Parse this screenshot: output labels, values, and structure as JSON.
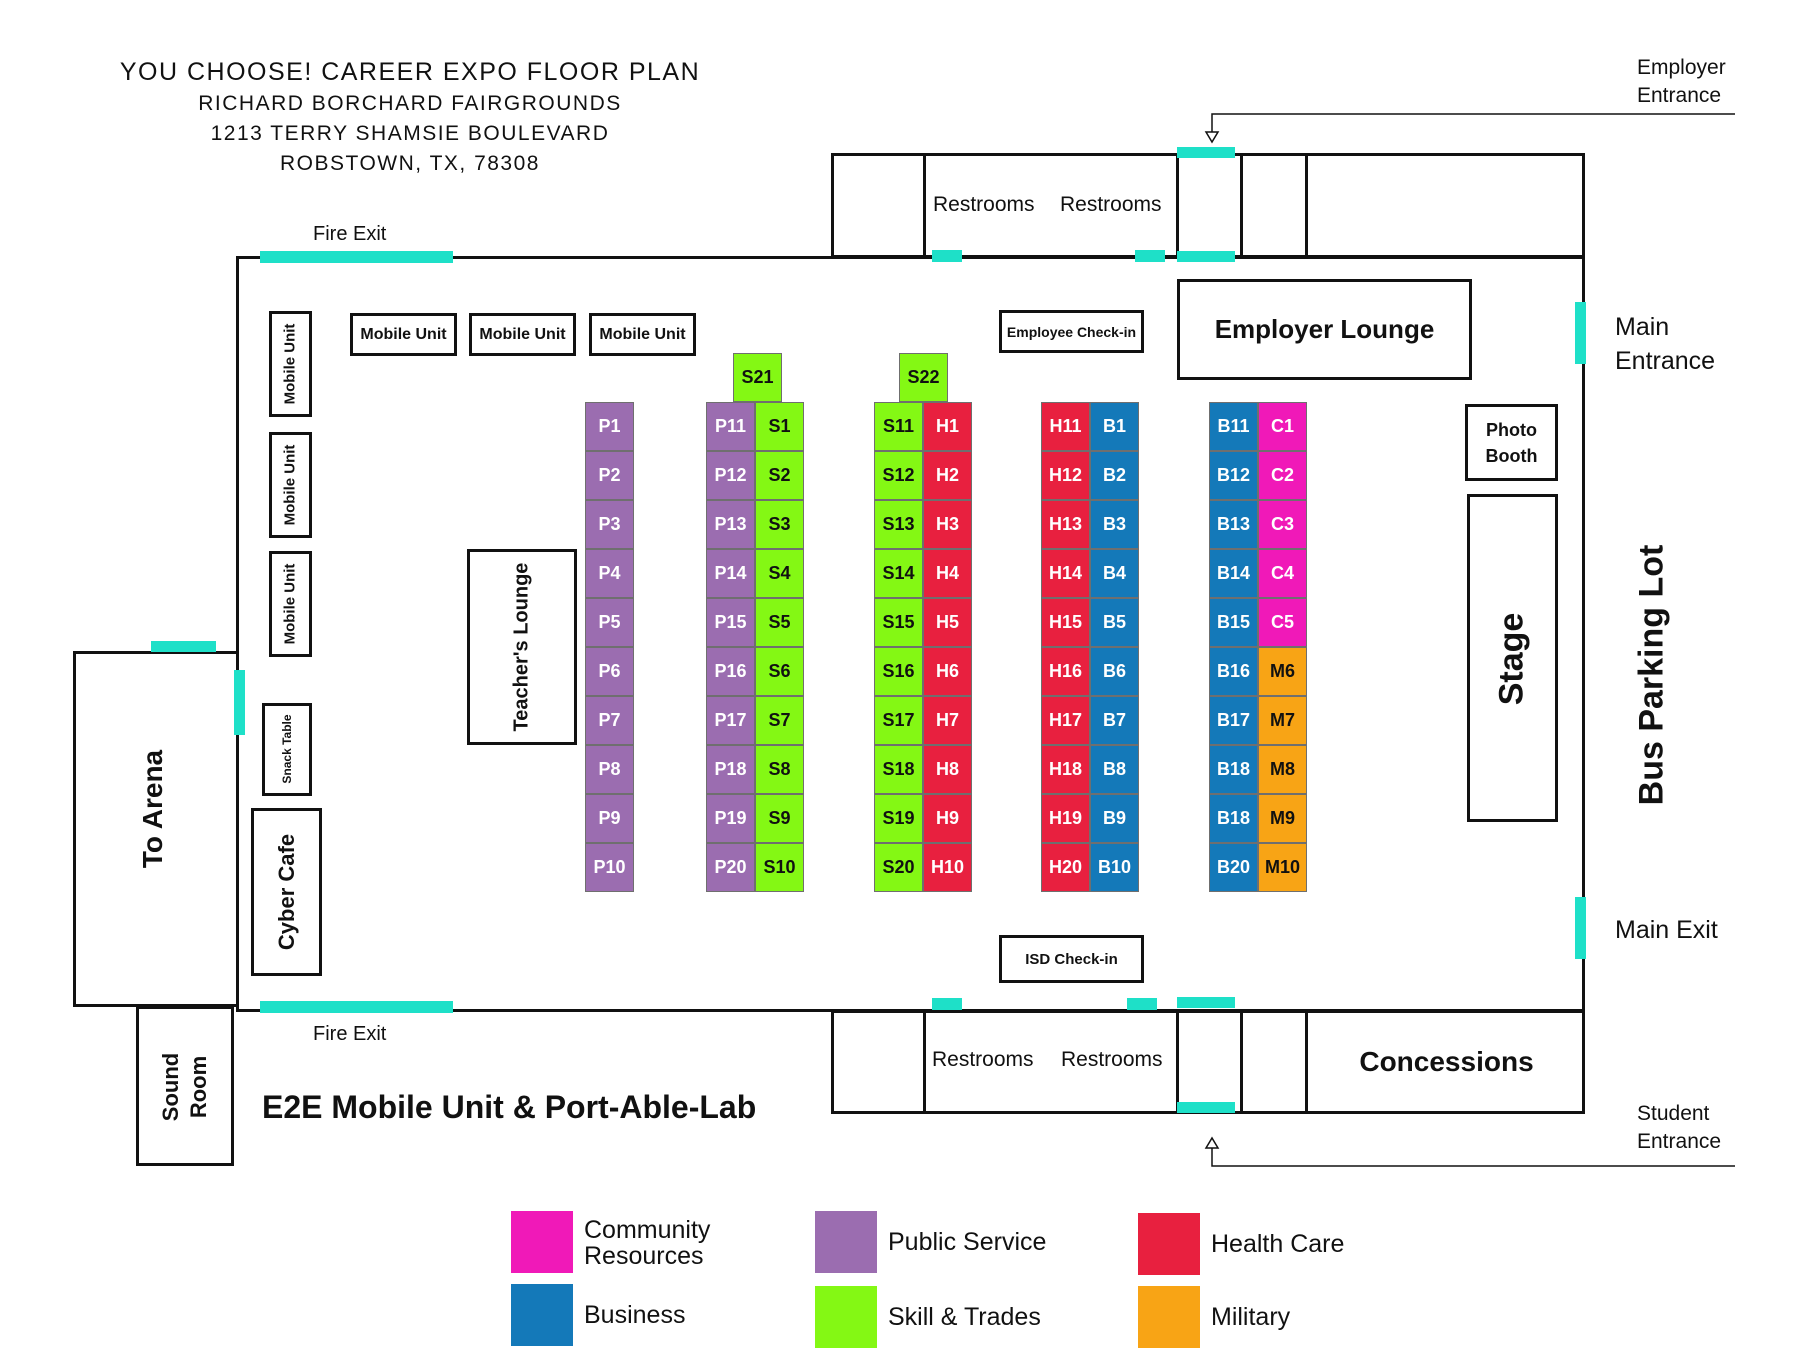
{
  "header": {
    "title": "YOU CHOOSE! CAREER EXPO FLOOR PLAN",
    "venue": "RICHARD BORCHARD FAIRGROUNDS",
    "street": "1213 TERRY SHAMSIE BOULEVARD",
    "city": "ROBSTOWN, TX, 78308"
  },
  "labels": {
    "employer_entrance": "Employer\nEntrance",
    "student_entrance": "Student\nEntrance",
    "main_entrance": "Main\nEntrance",
    "main_exit": "Main Exit",
    "fire_exit_top": "Fire Exit",
    "fire_exit_bottom": "Fire Exit",
    "bus_parking": "Bus Parking Lot",
    "footer_title": "E2E Mobile Unit & Port-Able-Lab"
  },
  "rooms": {
    "restrooms": [
      "Restrooms",
      "Restrooms",
      "Restrooms",
      "Restrooms"
    ],
    "employer_lounge": "Employer Lounge",
    "employee_checkin": "Employee Check-in",
    "isd_checkin": "ISD Check-in",
    "photo_booth": "Photo\nBooth",
    "stage": "Stage",
    "concessions": "Concessions",
    "to_arena": "To Arena",
    "sound_room": "Sound\nRoom",
    "teachers_lounge": "Teacher's Lounge",
    "cyber_cafe": "Cyber Cafe",
    "snack_table": "Snack Table",
    "mobile_units_top": [
      "Mobile Unit",
      "Mobile Unit",
      "Mobile Unit"
    ],
    "mobile_units_side": [
      "Mobile Unit",
      "Mobile Unit",
      "Mobile Unit"
    ]
  },
  "colors": {
    "community": "#f019b8",
    "public_service": "#9b6db0",
    "health": "#e8203f",
    "business": "#1479b9",
    "skill_trades": "#84f814",
    "military": "#f8a415",
    "door": "#1ee0c8"
  },
  "booths": {
    "extra": [
      "S21",
      "S22"
    ],
    "columns": [
      {
        "category": "public_service",
        "labels": [
          "P1",
          "P2",
          "P3",
          "P4",
          "P5",
          "P6",
          "P7",
          "P8",
          "P9",
          "P10"
        ]
      },
      {
        "category": "public_service",
        "labels": [
          "P11",
          "P12",
          "P13",
          "P14",
          "P15",
          "P16",
          "P17",
          "P18",
          "P19",
          "P20"
        ]
      },
      {
        "category": "skill_trades",
        "labels": [
          "S1",
          "S2",
          "S3",
          "S4",
          "S5",
          "S6",
          "S7",
          "S8",
          "S9",
          "S10"
        ]
      },
      {
        "category": "skill_trades",
        "labels": [
          "S11",
          "S12",
          "S13",
          "S14",
          "S15",
          "S16",
          "S17",
          "S18",
          "S19",
          "S20"
        ]
      },
      {
        "category": "health",
        "labels": [
          "H1",
          "H2",
          "H3",
          "H4",
          "H5",
          "H6",
          "H7",
          "H8",
          "H9",
          "H10"
        ]
      },
      {
        "category": "health",
        "labels": [
          "H11",
          "H12",
          "H13",
          "H14",
          "H15",
          "H16",
          "H17",
          "H18",
          "H19",
          "H20"
        ]
      },
      {
        "category": "business",
        "labels": [
          "B1",
          "B2",
          "B3",
          "B4",
          "B5",
          "B6",
          "B7",
          "B8",
          "B9",
          "B10"
        ]
      },
      {
        "category": "business",
        "labels": [
          "B11",
          "B12",
          "B13",
          "B14",
          "B15",
          "B16",
          "B17",
          "B18",
          "B18",
          "B20"
        ]
      },
      {
        "category": "mixed",
        "labels": [
          "C1",
          "C2",
          "C3",
          "C4",
          "C5",
          "M6",
          "M7",
          "M8",
          "M9",
          "M10"
        ]
      }
    ]
  },
  "legend": [
    {
      "key": "community",
      "label": "Community\nResources"
    },
    {
      "key": "public_service",
      "label": "Public Service"
    },
    {
      "key": "health",
      "label": "Health Care"
    },
    {
      "key": "business",
      "label": "Business"
    },
    {
      "key": "skill_trades",
      "label": "Skill & Trades"
    },
    {
      "key": "military",
      "label": "Military"
    }
  ]
}
